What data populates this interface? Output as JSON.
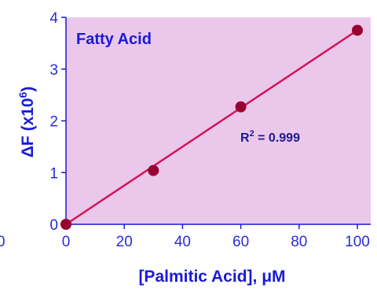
{
  "chart_data": {
    "type": "scatter",
    "title": "Fatty Acid",
    "xlabel_prefix": "[Palmitic Acid], ",
    "xlabel_unit": "μM",
    "ylabel_base": "ΔF (x10",
    "ylabel_exp": "6",
    "ylabel_end": ")",
    "xlim": [
      0,
      100
    ],
    "ylim": [
      0,
      4
    ],
    "xticks": [
      0,
      20,
      40,
      60,
      80,
      100
    ],
    "yticks": [
      0,
      1,
      2,
      3,
      4
    ],
    "xtick_labels": [
      "0",
      "20",
      "40",
      "60",
      "80",
      "100"
    ],
    "ytick_labels": [
      "0",
      "1",
      "2",
      "3",
      "4"
    ],
    "left_edge_label": "0",
    "series": [
      {
        "x": [
          0,
          30,
          60,
          100
        ],
        "y": [
          0,
          1.04,
          2.27,
          3.75
        ]
      }
    ],
    "fit_line": {
      "x": [
        0,
        100
      ],
      "y": [
        0,
        3.75
      ]
    },
    "r2_prefix": "R",
    "r2_exp": "2",
    "r2_value": " = 0.999",
    "grid": false,
    "colors": {
      "plot_bg": "#ebc8eb",
      "marker": "#990033",
      "line": "#d4145a",
      "axis": "#1a1ad6"
    }
  }
}
